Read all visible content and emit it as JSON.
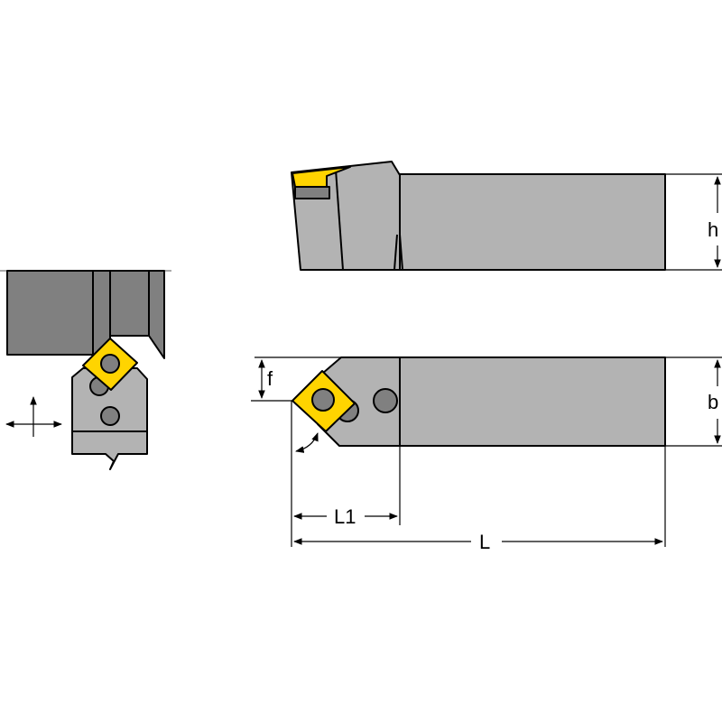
{
  "labels": {
    "h": "h",
    "b": "b",
    "f": "f",
    "L1": "L1",
    "L": "L"
  },
  "colors": {
    "body": "#b3b3b3",
    "dark": "#808080",
    "insert": "#ffd400",
    "outline": "#000000"
  },
  "icons": [
    "move-arrows-icon",
    "angle-arrow-icon"
  ]
}
